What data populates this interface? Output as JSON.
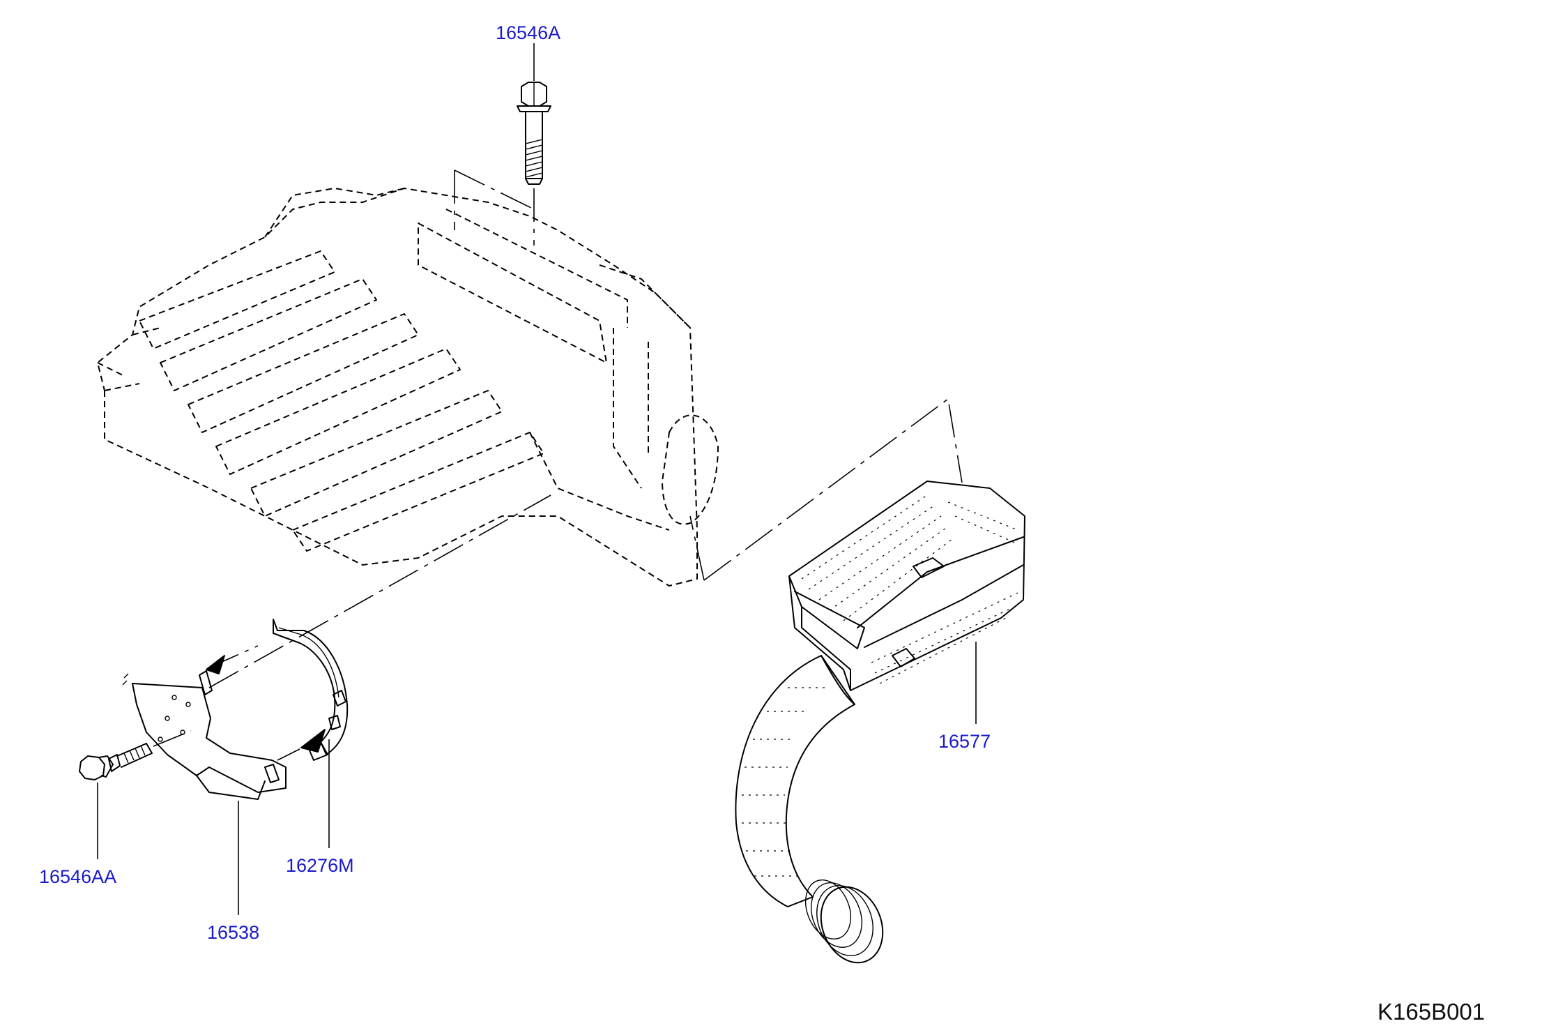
{
  "callouts": {
    "p16546A": "16546A",
    "p16577": "16577",
    "p16546AA": "16546AA",
    "p16276M": "16276M",
    "p16538": "16538"
  },
  "reference_code": "K165B001",
  "colors": {
    "callout_text": "#1a1acc",
    "line_art": "#000000",
    "background": "#ffffff"
  }
}
